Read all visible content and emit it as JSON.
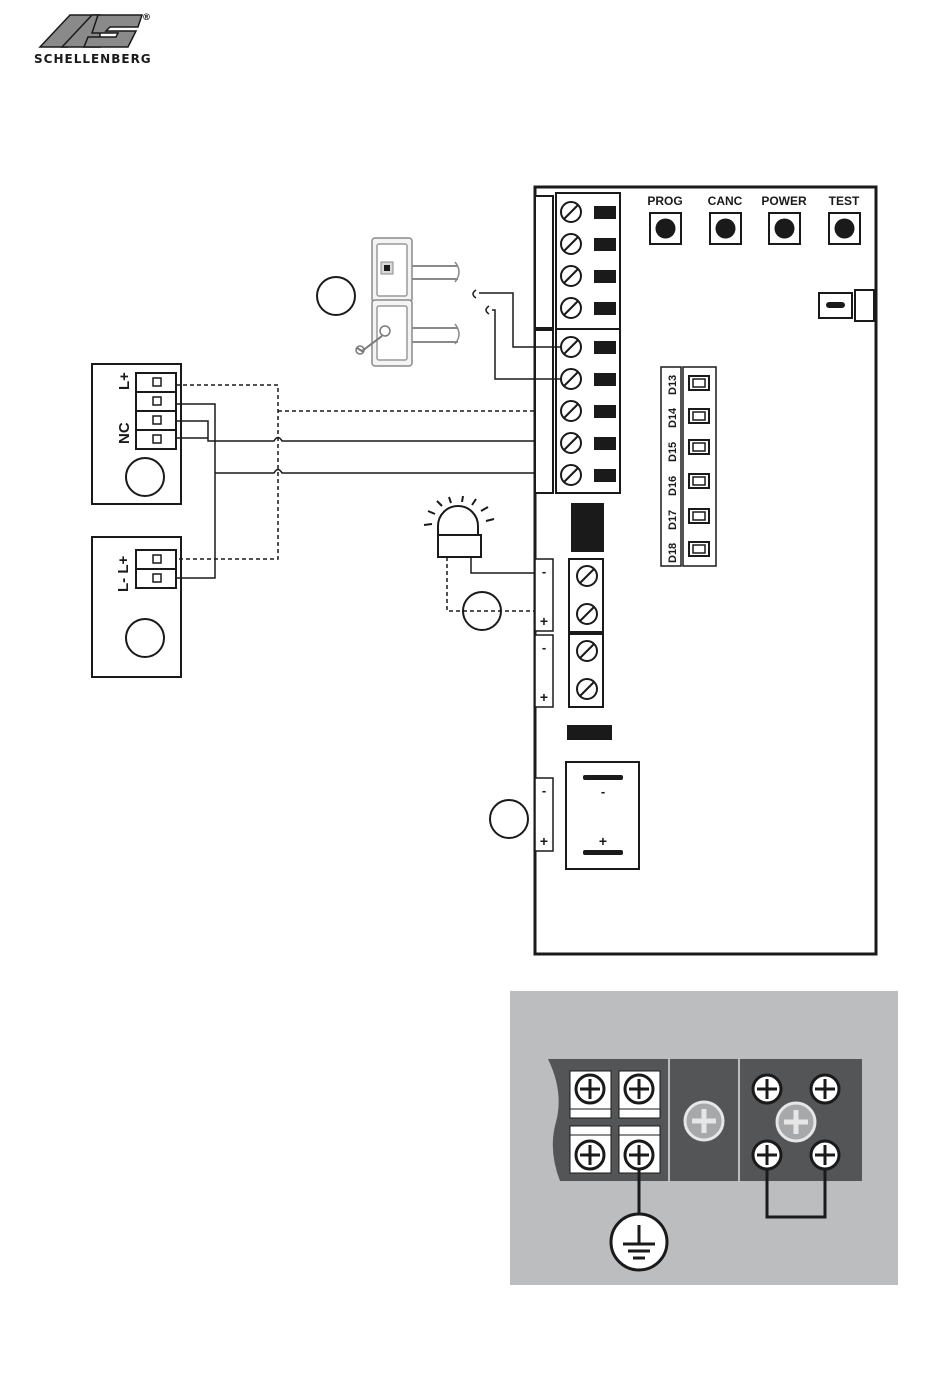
{
  "brand": {
    "name": "SCHELLENBERG",
    "registered": "®"
  },
  "buttons": [
    {
      "label": "PROG"
    },
    {
      "label": "CANC"
    },
    {
      "label": "POWER"
    },
    {
      "label": "TEST"
    }
  ],
  "leds": [
    "D13",
    "D14",
    "D15",
    "D16",
    "D17",
    "D18"
  ],
  "photocell_rx": {
    "nc_label": "NC",
    "power_label": "L+"
  },
  "photocell_tx": {
    "power_label": "L- L+"
  },
  "polarity": {
    "minus": "-",
    "plus": "+"
  },
  "colors": {
    "ink": "#1a1a1a",
    "panel_gray": "#bcbdbf",
    "terminal_dark": "#545557"
  }
}
